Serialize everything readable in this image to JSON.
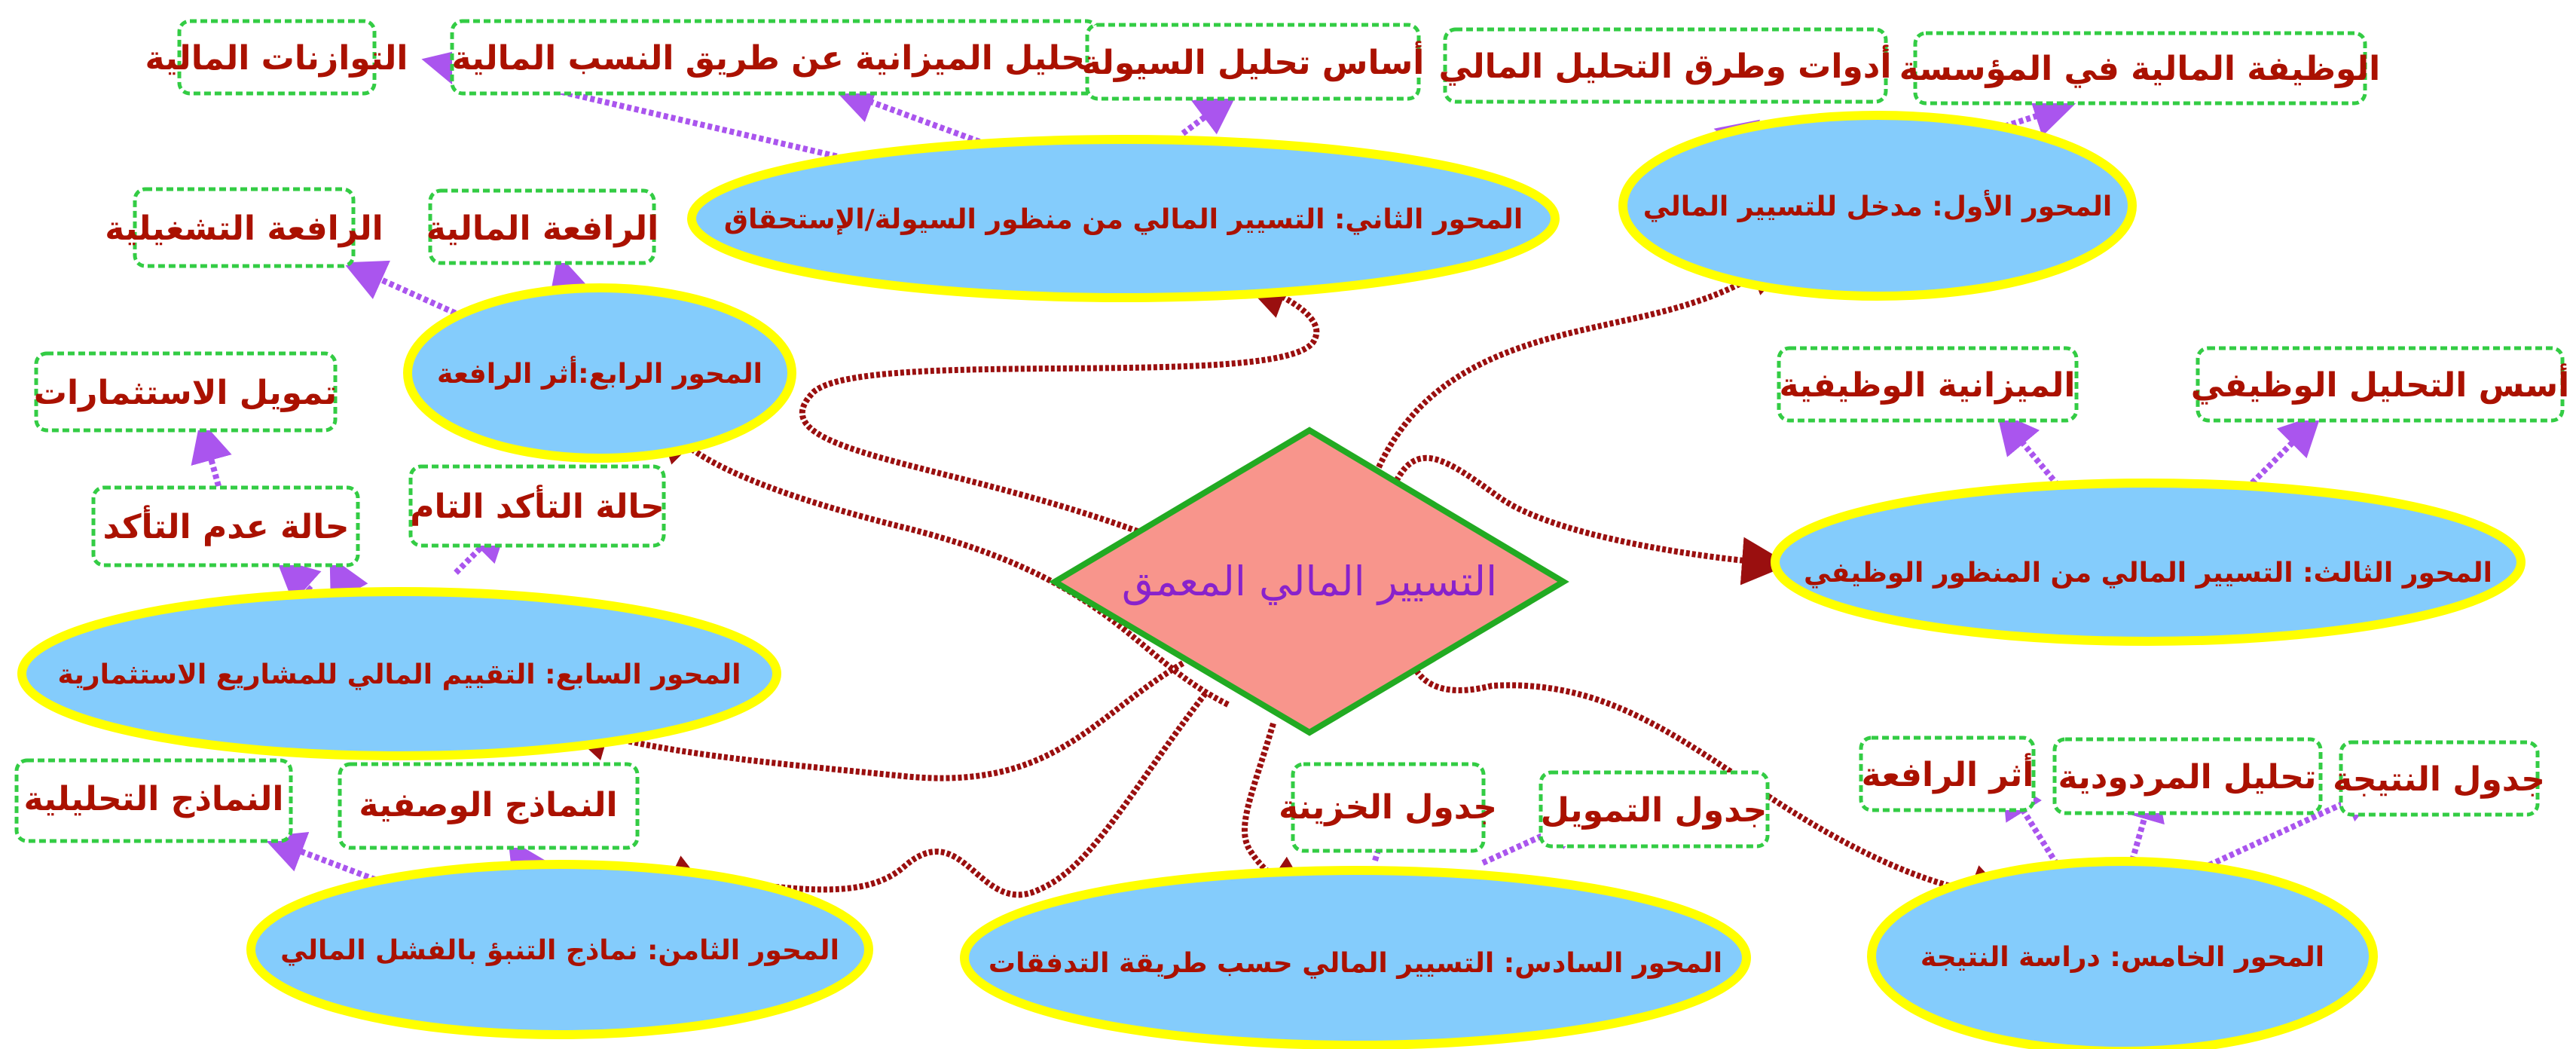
{
  "center": {
    "title": "التسيير المالي المعمق"
  },
  "axes": [
    {
      "label": "المحور الأول: مدخل للتسيير المالي",
      "children": [
        "أدوات وطرق التحليل المالي",
        "الوظيفة المالية في المؤسسة"
      ]
    },
    {
      "label": "المحور الثاني: التسيير المالي من منظور السيولة/الإستحقاق",
      "children": [
        "التوازنات المالية",
        "تحليل الميزانية عن طريق النسب المالية",
        "أساس تحليل السيولة"
      ]
    },
    {
      "label": "المحور الثالث: التسيير المالي من المنظور الوظيفي",
      "children": [
        "الميزانية الوظيفية",
        "أسس التحليل الوظيفي"
      ]
    },
    {
      "label": "المحور الرابع:أثر الرافعة",
      "children": [
        "الرافعة التشغيلية",
        "الرافعة المالية"
      ]
    },
    {
      "label": "المحور الخامس: دراسة النتيجة",
      "children": [
        "أثر الرافعة",
        "تحليل المردودية",
        "جدول النتيجة"
      ]
    },
    {
      "label": "المحور السادس: التسيير المالي حسب طريقة التدفقات",
      "children": [
        "جدول الخزينة",
        "جدول التمويل"
      ]
    },
    {
      "label": "المحور السابع: التقييم المالي للمشاريع الاستثمارية",
      "children": [
        "تمويل الاستثمارات",
        "حالة عدم التأكد",
        "حالة التأكد التام"
      ]
    },
    {
      "label": "المحور الثامن: نماذج التنبؤ بالفشل المالي",
      "children": [
        "النماذج التحليلية",
        "النماذج الوصفية"
      ]
    }
  ],
  "colors": {
    "topic_fill": "#84ccfc",
    "topic_border": "#ffff00",
    "text": "#aa1100",
    "center_fill": "#f8958c",
    "center_border": "#22aa22",
    "center_text": "#8822cc",
    "sub_link": "#aa55ee",
    "main_link": "#9a0f0f",
    "box_border": "#33cc44"
  }
}
